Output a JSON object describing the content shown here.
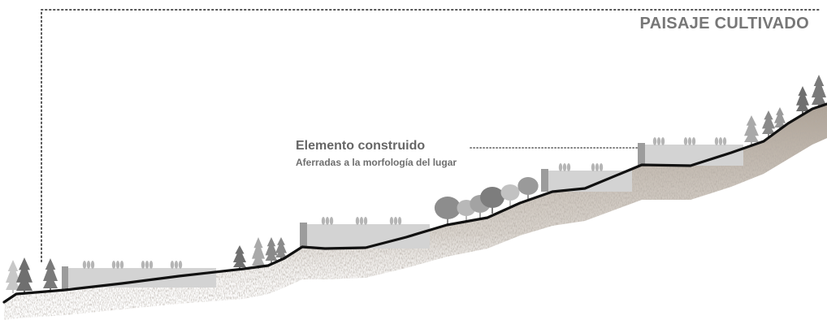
{
  "diagram": {
    "title": "PAISAJE CULTIVADO",
    "callout": {
      "title": "Elemento construido",
      "subtitle": "Aferradas a la morfología del lugar"
    }
  },
  "colors": {
    "terrain_line": "#111111",
    "ground_fill": "#b7ada2",
    "terrace_fill": "#d3d3d3",
    "terrace_wall": "#9c9c9c",
    "tree_dark": "#6f6f6f",
    "tree_light": "#a9a9a9",
    "dotted_line": "#555555",
    "text": "#6a6a6a"
  }
}
